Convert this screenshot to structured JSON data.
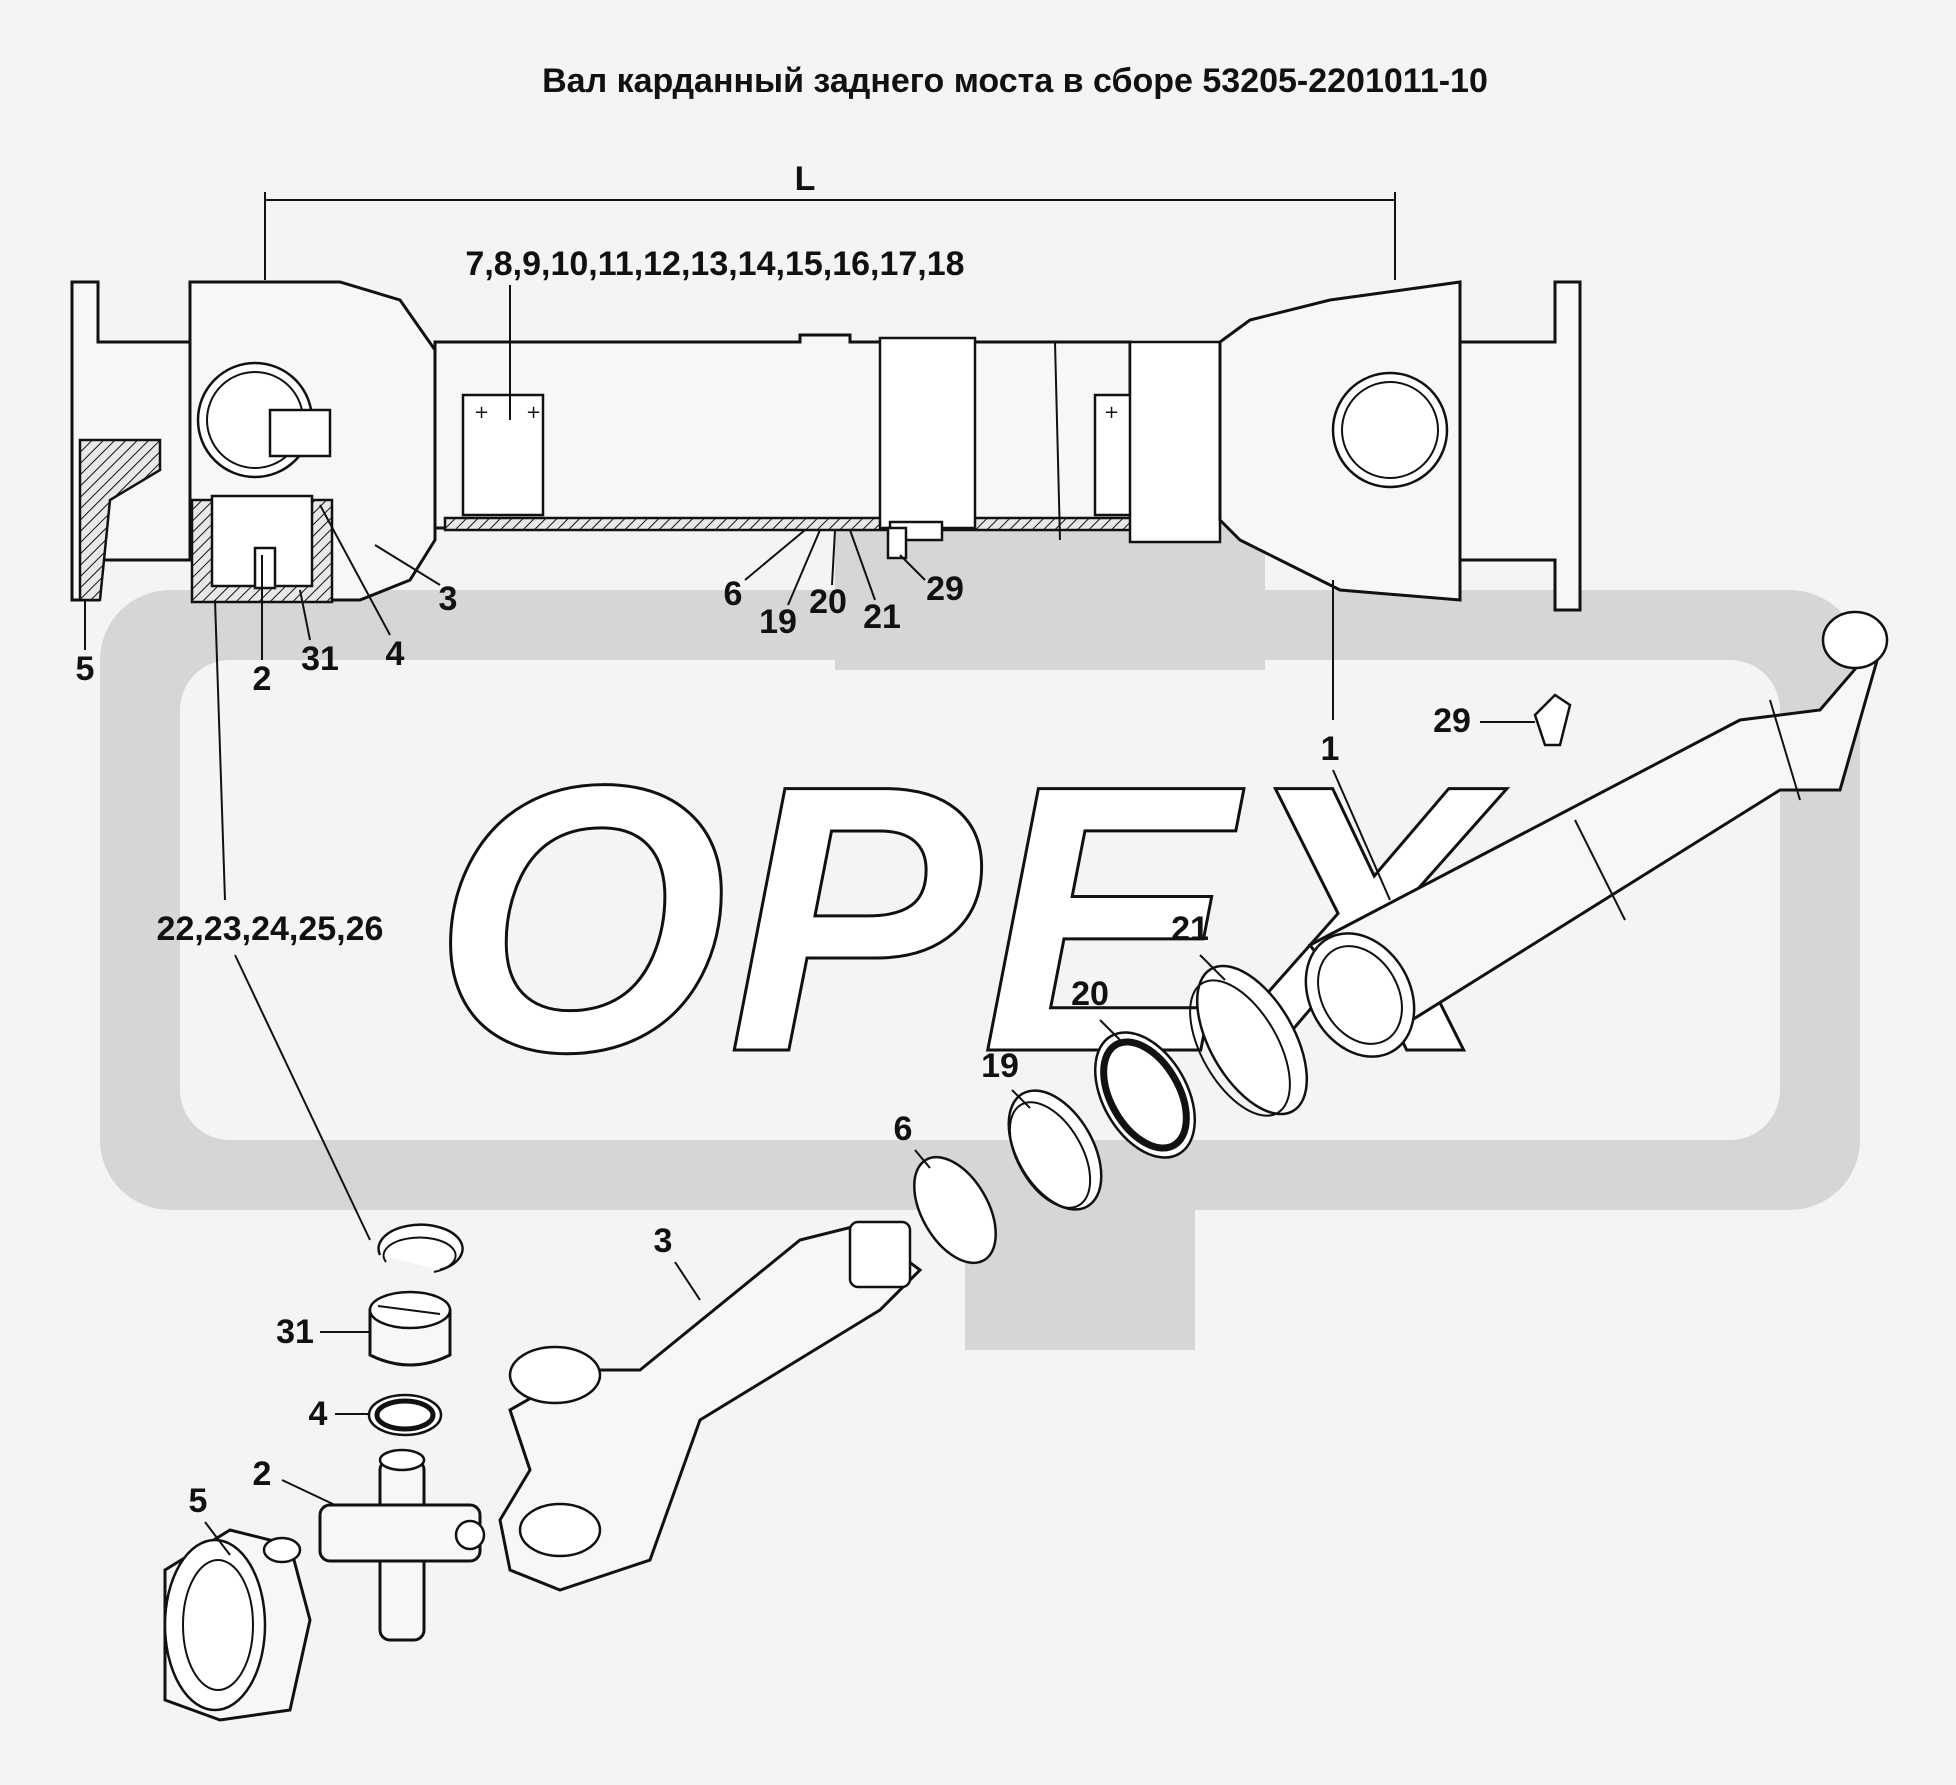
{
  "title": "Вал карданный заднего моста в сборе 53205-2201011-10",
  "watermark": "OPEX",
  "dimension_label": "L",
  "assembly_labels": {
    "group_7_18": "7,8,9,10,11,12,13,14,15,16,17,18",
    "p5": "5",
    "p2": "2",
    "p31": "31",
    "p4": "4",
    "p3": "3",
    "p6": "6",
    "p19": "19",
    "p20": "20",
    "p21": "21",
    "p29": "29",
    "p1": "1"
  },
  "exploded_labels": {
    "group_22_26": "22,23,24,25,26",
    "p29": "29",
    "p21": "21",
    "p20": "20",
    "p19": "19",
    "p6": "6",
    "p3": "3",
    "p31": "31",
    "p4": "4",
    "p2": "2",
    "p5": "5"
  },
  "colors": {
    "background": "#f4f4f4",
    "watermark": "#d6d6d6",
    "ink": "#111111"
  }
}
